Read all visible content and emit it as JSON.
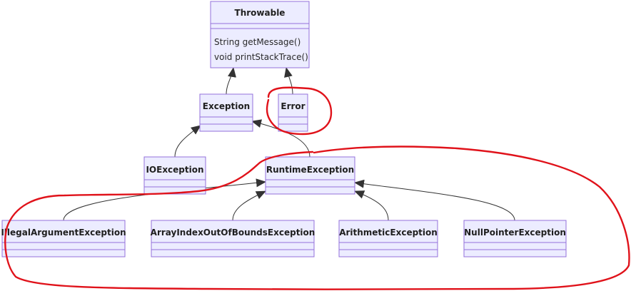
{
  "diagram": {
    "type": "uml-class-hierarchy",
    "colors": {
      "box_fill": "#ECECFF",
      "box_stroke": "#9370DB",
      "edge": "#333333",
      "annotation": "#E0121A",
      "background": "#FFFFFF"
    },
    "classes": {
      "throwable": {
        "name": "Throwable",
        "methods": [
          "String getMessage()",
          "void printStackTrace()"
        ]
      },
      "exception": {
        "name": "Exception",
        "methods": []
      },
      "error": {
        "name": "Error",
        "methods": []
      },
      "ioexception": {
        "name": "IOException",
        "methods": []
      },
      "runtimeexception": {
        "name": "RuntimeException",
        "methods": []
      },
      "illegalargumentexception": {
        "name": "IllegalArgumentException",
        "methods": []
      },
      "arrayindexoutofboundsexception": {
        "name": "ArrayIndexOutOfBoundsException",
        "methods": []
      },
      "arithmeticexception": {
        "name": "ArithmeticException",
        "methods": []
      },
      "nullpointerexception": {
        "name": "NullPointerException",
        "methods": []
      }
    },
    "inheritance": [
      {
        "child": "Exception",
        "parent": "Throwable"
      },
      {
        "child": "Error",
        "parent": "Throwable"
      },
      {
        "child": "IOException",
        "parent": "Exception"
      },
      {
        "child": "RuntimeException",
        "parent": "Exception"
      },
      {
        "child": "IllegalArgumentException",
        "parent": "RuntimeException"
      },
      {
        "child": "ArrayIndexOutOfBoundsException",
        "parent": "RuntimeException"
      },
      {
        "child": "ArithmeticException",
        "parent": "RuntimeException"
      },
      {
        "child": "NullPointerException",
        "parent": "RuntimeException"
      }
    ],
    "annotations": [
      {
        "kind": "hand-drawn-circle",
        "encloses": [
          "Error"
        ]
      },
      {
        "kind": "hand-drawn-circle",
        "encloses": [
          "RuntimeException",
          "IllegalArgumentException",
          "ArrayIndexOutOfBoundsException",
          "ArithmeticException",
          "NullPointerException"
        ]
      }
    ]
  }
}
